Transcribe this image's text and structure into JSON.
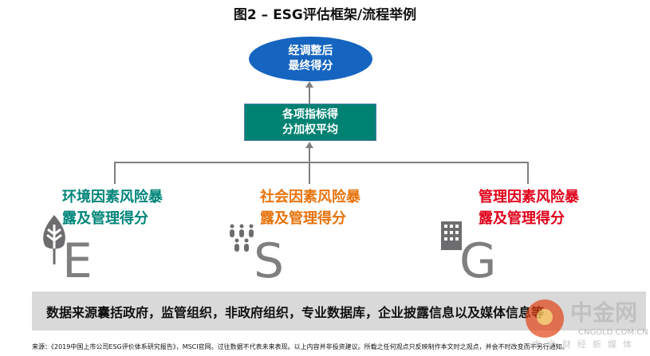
{
  "title": "图2 – ESG评估框架/流程举例",
  "final_score": [
    "经调整后",
    "最终得分"
  ],
  "weighted": [
    "各项指标得",
    "分加权平均"
  ],
  "columns": [
    {
      "key": "E",
      "line1": "环境因素风险暴",
      "line2": "露及管理得分",
      "color": "#00857a",
      "icon": "leaf-icon"
    },
    {
      "key": "S",
      "line1": "社会因素风险暴",
      "line2": "露及管理得分",
      "color": "#e8730c",
      "icon": "people-icon"
    },
    {
      "key": "G",
      "line1": "管理因素风险暴",
      "line2": "露及管理得分",
      "color": "#e0001a",
      "icon": "building-icon"
    }
  ],
  "banner": "数据来源囊括政府，监管组织，非政府组织，专业数据库，企业披露信息以及媒体信息等",
  "source": "来源：《2019中国上市公司ESG评价体系研究报告》，MSCI官网。过往数据不代表未来表现。以上内容并非投资建议。所载之任何观点只反映制作本文时之观点，并会不时改变而不另行通知。",
  "watermark": {
    "name": "中金网",
    "domain": "CNGOLD.COM.CN",
    "slogan": "中文财经新媒体"
  }
}
